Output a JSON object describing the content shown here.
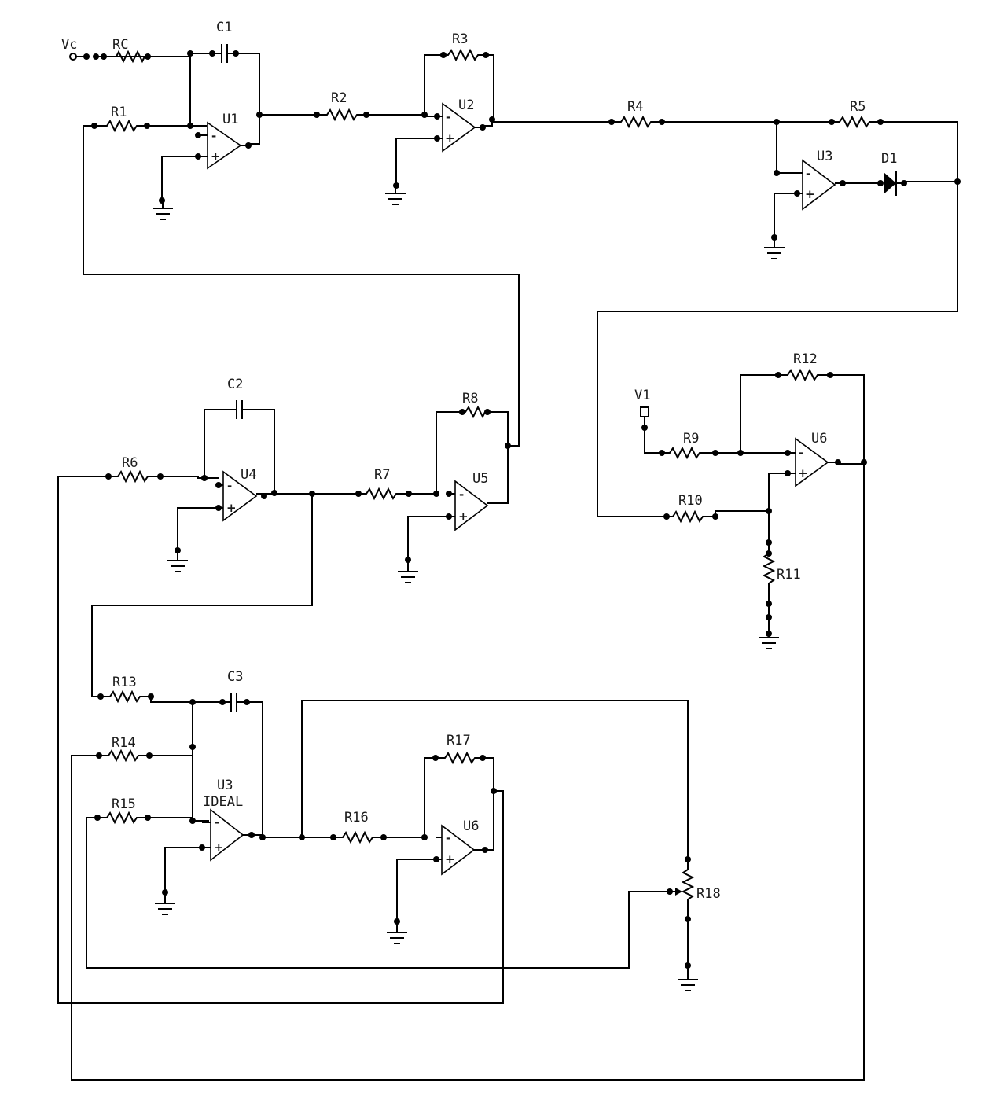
{
  "diagram": {
    "sources": {
      "vc": "Vc",
      "v1": "V1"
    },
    "resistors": {
      "rc": "RC",
      "r1": "R1",
      "r2": "R2",
      "r3": "R3",
      "r4": "R4",
      "r5": "R5",
      "r6": "R6",
      "r7": "R7",
      "r8": "R8",
      "r9": "R9",
      "r10": "R10",
      "r11": "R11",
      "r12": "R12",
      "r13": "R13",
      "r14": "R14",
      "r15": "R15",
      "r16": "R16",
      "r17": "R17"
    },
    "potentiometer": "R18",
    "capacitors": {
      "c1": "C1",
      "c2": "C2",
      "c3": "C3"
    },
    "diode": "D1",
    "opamps": {
      "u1": "U1",
      "u2": "U2",
      "u3": "U3",
      "u4": "U4",
      "u5": "U5",
      "u6_right": "U6",
      "u3_bottom": "U3",
      "u3_bottom_sub": "IDEAL",
      "u6_bottom": "U6"
    },
    "signs": {
      "minus": "-",
      "plus": "+"
    }
  }
}
